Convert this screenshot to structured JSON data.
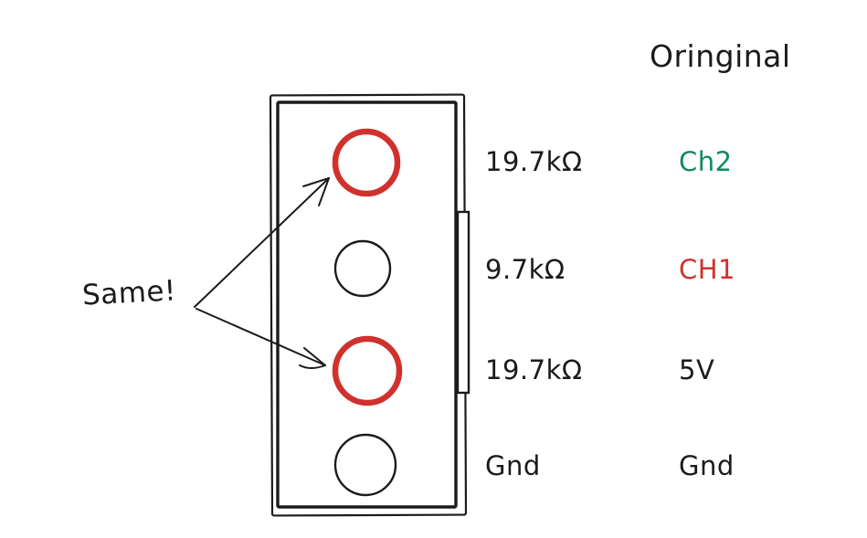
{
  "title": "Oringinal",
  "annotation": "Same!",
  "colors": {
    "ink": "#1b1b1b",
    "red": "#d0312d",
    "green": "#128a5e"
  },
  "measurements": [
    {
      "resistance": "19.7kΩ",
      "original": "Ch2",
      "color": "green",
      "pin": "highlighted"
    },
    {
      "resistance": "9.7kΩ",
      "original": "CH1",
      "color": "red",
      "pin": "normal"
    },
    {
      "resistance": "19.7kΩ",
      "original": "5V",
      "color": "ink",
      "pin": "highlighted"
    },
    {
      "resistance": "Gnd",
      "original": "Gnd",
      "color": "ink",
      "pin": "normal"
    }
  ]
}
